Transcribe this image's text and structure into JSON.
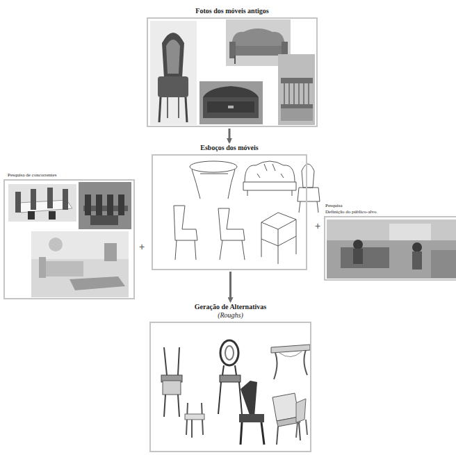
{
  "diagram": {
    "nodes": [
      {
        "text": [
          "Fotos dos móveis antigos"
        ]
      },
      {
        "text": [
          "Pesquisa de concorrentes"
        ]
      },
      {
        "text": [
          "Esboços dos móveis"
        ]
      },
      {
        "text": [
          "Pesquisa",
          "Definição do público-alvo"
        ]
      },
      {
        "text": [
          "Geração de Alternativas",
          "(Roughs)"
        ]
      }
    ],
    "edges": [
      {
        "from": 0,
        "to": 2,
        "arrow": "to"
      },
      {
        "from": 2,
        "to": 4,
        "arrow": "to"
      }
    ],
    "labels": [
      "+",
      "+"
    ]
  }
}
